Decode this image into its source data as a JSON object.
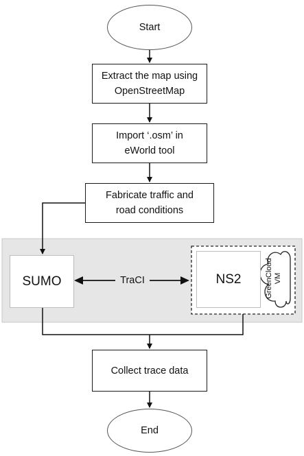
{
  "nodes": {
    "start": "Start",
    "extract": [
      "Extract the map using",
      "OpenStreetMap"
    ],
    "import": [
      "Import ‘.osm’ in",
      "eWorld tool"
    ],
    "fabricate": [
      "Fabricate traffic and",
      "road conditions"
    ],
    "sumo": "SUMO",
    "traci": "TraCI",
    "ns2": "NS2",
    "cloud": [
      "GreenCloud",
      "VM"
    ],
    "collect": "Collect trace data",
    "end": "End"
  }
}
